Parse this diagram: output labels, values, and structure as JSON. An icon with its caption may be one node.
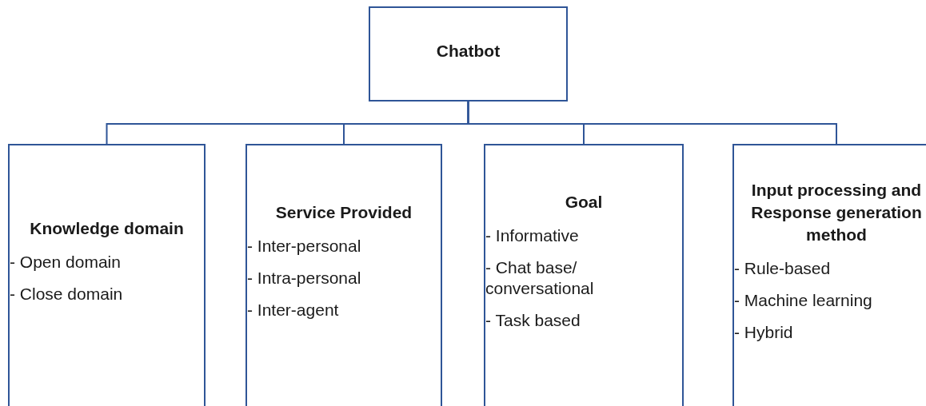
{
  "diagram": {
    "nodes": [
      {
        "text": [
          "Chatbot"
        ]
      },
      {
        "text": [
          "Knowledge domain",
          "- Open domain",
          "- Close domain"
        ]
      },
      {
        "text": [
          "Service Provided",
          "- Inter-personal",
          "- Intra-personal",
          "- Inter-agent"
        ]
      },
      {
        "text": [
          "Goal",
          "- Informative",
          "- Chat base/ conversational",
          "- Task based"
        ]
      },
      {
        "text": [
          "Input processing and Response generation method",
          "- Rule-based",
          "- Machine learning",
          "- Hybrid"
        ]
      }
    ],
    "edges": [
      {
        "from": 0,
        "to": 1,
        "arrow": "none"
      },
      {
        "from": 0,
        "to": 2,
        "arrow": "none"
      },
      {
        "from": 0,
        "to": 3,
        "arrow": "none"
      },
      {
        "from": 0,
        "to": 4,
        "arrow": "none"
      }
    ]
  }
}
